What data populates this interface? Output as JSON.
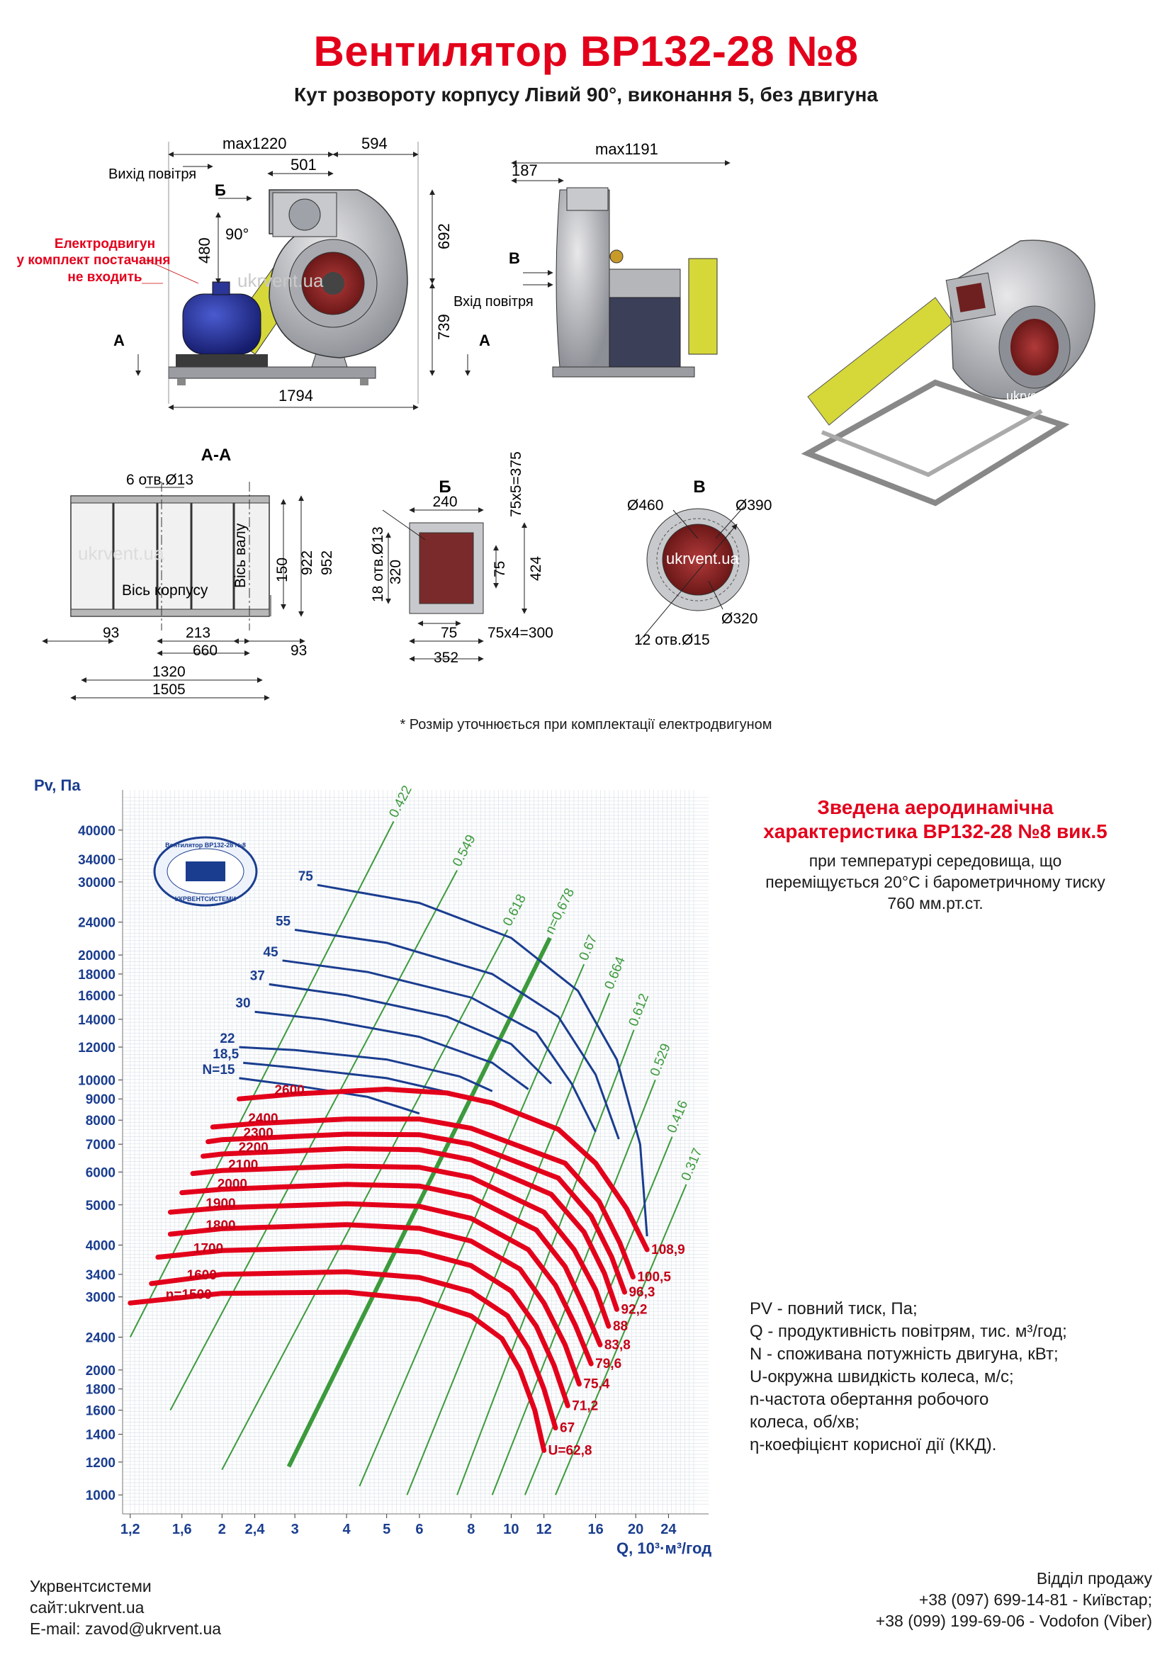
{
  "header": {
    "title": "Вентилятор ВР132-28 №8",
    "subtitle": "Кут розвороту корпусу Лівий 90°, виконання 5, без двигуна"
  },
  "drawing": {
    "dim_max1220": "max1220",
    "dim_594": "594",
    "dim_501": "501",
    "dim_480": "480",
    "dim_90deg": "90°",
    "dim_692": "692",
    "dim_739": "739",
    "dim_1794": "1794",
    "dim_max1191": "max1191",
    "dim_187": "187",
    "label_outlet": "Вихід повітря",
    "label_inlet": "Вхід повітря",
    "view_b_cyr": "Б",
    "view_v_cyr": "В",
    "view_a_left": "А",
    "view_a_right": "А",
    "motor_note": [
      "Електродвигун",
      "у комплект постачання",
      "не входить"
    ],
    "watermark": "ukrvent.ua",
    "section_aa": {
      "title": "А-А",
      "holes": "6 отв.Ø13",
      "axis_body": "Вісь корпусу",
      "axis_shaft": "Вісь валу",
      "dim_150": "150",
      "dim_922": "922",
      "dim_952": "952",
      "dim_93_left": "93",
      "dim_213": "213",
      "dim_660": "660",
      "dim_93_right": "93",
      "dim_1320": "1320",
      "dim_1505": "1505"
    },
    "view_b": {
      "title": "Б",
      "dim_240": "240",
      "dim_375": "75x5=375",
      "holes": "18 отв.Ø13",
      "dim_320": "320",
      "dim_75_v": "75",
      "dim_424": "424",
      "dim_75_h": "75",
      "dim_300": "75x4=300",
      "dim_352": "352"
    },
    "view_v": {
      "title": "В",
      "d460": "Ø460",
      "d390": "Ø390",
      "d320": "Ø320",
      "holes": "12 отв.Ø15"
    }
  },
  "note": "* Розмір уточнюється при комплектації електродвигуном",
  "chart_data": {
    "type": "line",
    "title": "Зведена аеродинамічна характеристика ВР132-28 №8 вик.5",
    "xlabel": "Q, 10³·м³/год",
    "ylabel": "Pv, Па",
    "x_scale": "log",
    "y_scale": "log",
    "xlim": [
      1.15,
      30
    ],
    "ylim": [
      900,
      50000
    ],
    "x_ticks": [
      "1,2",
      "1,6",
      "2",
      "2,4",
      "3",
      "4",
      "5",
      "6",
      "8",
      "10",
      "12",
      "16",
      "20",
      "24"
    ],
    "x_tick_values": [
      1.2,
      1.6,
      2,
      2.4,
      3,
      4,
      5,
      6,
      8,
      10,
      12,
      16,
      20,
      24
    ],
    "y_ticks": [
      "1000",
      "1200",
      "1400",
      "1600",
      "1800",
      "2000",
      "2400",
      "3000",
      "3400",
      "4000",
      "5000",
      "6000",
      "7000",
      "8000",
      "9000",
      "10000",
      "12000",
      "14000",
      "16000",
      "18000",
      "20000",
      "24000",
      "30000",
      "34000",
      "40000"
    ],
    "y_tick_values": [
      1000,
      1200,
      1400,
      1600,
      1800,
      2000,
      2400,
      3000,
      3400,
      4000,
      5000,
      6000,
      7000,
      8000,
      9000,
      10000,
      12000,
      14000,
      16000,
      18000,
      20000,
      24000,
      30000,
      34000,
      40000
    ],
    "speed_curves": [
      {
        "name": "n=1500",
        "u": "U=62,8",
        "points": [
          [
            1.2,
            2900
          ],
          [
            2,
            3060
          ],
          [
            4,
            3080
          ],
          [
            6,
            2960
          ],
          [
            8,
            2700
          ],
          [
            9.5,
            2380
          ],
          [
            10.5,
            2000
          ],
          [
            11.4,
            1600
          ],
          [
            12,
            1280
          ]
        ]
      },
      {
        "name": "1600",
        "u": "67",
        "points": [
          [
            1.35,
            3230
          ],
          [
            2,
            3400
          ],
          [
            4,
            3450
          ],
          [
            6,
            3340
          ],
          [
            8,
            3090
          ],
          [
            9.8,
            2700
          ],
          [
            11,
            2250
          ],
          [
            12,
            1800
          ],
          [
            12.8,
            1450
          ]
        ]
      },
      {
        "name": "1700",
        "u": "71,2",
        "points": [
          [
            1.4,
            3740
          ],
          [
            2,
            3880
          ],
          [
            4,
            3950
          ],
          [
            6,
            3850
          ],
          [
            8,
            3570
          ],
          [
            10,
            3100
          ],
          [
            11.5,
            2550
          ],
          [
            12.7,
            2050
          ],
          [
            13.7,
            1640
          ]
        ]
      },
      {
        "name": "1800",
        "u": "75,4",
        "points": [
          [
            1.5,
            4250
          ],
          [
            2,
            4380
          ],
          [
            4,
            4480
          ],
          [
            6,
            4390
          ],
          [
            8,
            4090
          ],
          [
            10.5,
            3500
          ],
          [
            12,
            2900
          ],
          [
            13.5,
            2300
          ],
          [
            14.6,
            1850
          ]
        ]
      },
      {
        "name": "1900",
        "u": "79,6",
        "points": [
          [
            1.5,
            4800
          ],
          [
            2,
            4920
          ],
          [
            4,
            5030
          ],
          [
            6,
            4960
          ],
          [
            8,
            4640
          ],
          [
            11,
            3900
          ],
          [
            12.8,
            3200
          ],
          [
            14.3,
            2560
          ],
          [
            15.6,
            2070
          ]
        ]
      },
      {
        "name": "2000",
        "u": "83,8",
        "points": [
          [
            1.6,
            5350
          ],
          [
            2,
            5450
          ],
          [
            4,
            5600
          ],
          [
            6,
            5550
          ],
          [
            8,
            5220
          ],
          [
            11.5,
            4350
          ],
          [
            13.5,
            3550
          ],
          [
            15,
            2840
          ],
          [
            16.4,
            2300
          ]
        ]
      },
      {
        "name": "2100",
        "u": "88",
        "points": [
          [
            1.7,
            5950
          ],
          [
            2,
            6050
          ],
          [
            4,
            6200
          ],
          [
            6,
            6160
          ],
          [
            8,
            5820
          ],
          [
            12,
            4800
          ],
          [
            14.2,
            3900
          ],
          [
            16,
            3120
          ],
          [
            17.2,
            2550
          ]
        ]
      },
      {
        "name": "2200",
        "u": "92,2",
        "points": [
          [
            1.8,
            6550
          ],
          [
            2,
            6630
          ],
          [
            4,
            6830
          ],
          [
            6,
            6790
          ],
          [
            8,
            6420
          ],
          [
            12.5,
            5300
          ],
          [
            15,
            4300
          ],
          [
            16.8,
            3420
          ],
          [
            18,
            2800
          ]
        ]
      },
      {
        "name": "2300",
        "u": "96,3",
        "points": [
          [
            1.85,
            7100
          ],
          [
            2,
            7180
          ],
          [
            4,
            7400
          ],
          [
            6,
            7380
          ],
          [
            8,
            7000
          ],
          [
            13,
            5800
          ],
          [
            15.6,
            4700
          ],
          [
            17.5,
            3740
          ],
          [
            18.8,
            3080
          ]
        ]
      },
      {
        "name": "2400",
        "u": "100,5",
        "points": [
          [
            1.9,
            7700
          ],
          [
            2.4,
            7850
          ],
          [
            4,
            8050
          ],
          [
            6,
            8050
          ],
          [
            8,
            7650
          ],
          [
            13.5,
            6300
          ],
          [
            16.3,
            5100
          ],
          [
            18.3,
            4050
          ],
          [
            19.7,
            3350
          ]
        ]
      },
      {
        "name": "2600",
        "u": "108,9",
        "points": [
          [
            2.2,
            9000
          ],
          [
            3,
            9250
          ],
          [
            5,
            9500
          ],
          [
            7,
            9300
          ],
          [
            9,
            8800
          ],
          [
            13,
            7600
          ],
          [
            16,
            6300
          ],
          [
            19,
            4900
          ],
          [
            21.3,
            3900
          ]
        ]
      }
    ],
    "power_curves": [
      {
        "name": "N=15",
        "points": [
          [
            2.2,
            10100
          ],
          [
            3,
            9700
          ],
          [
            4.5,
            9100
          ],
          [
            6,
            8300
          ]
        ]
      },
      {
        "name": "18,5",
        "points": [
          [
            2.25,
            11000
          ],
          [
            3,
            10700
          ],
          [
            5,
            10100
          ],
          [
            7,
            9350
          ]
        ]
      },
      {
        "name": "22",
        "points": [
          [
            2.2,
            12000
          ],
          [
            3,
            11800
          ],
          [
            5,
            11200
          ],
          [
            7.5,
            10200
          ],
          [
            9,
            9400
          ]
        ]
      },
      {
        "name": "30",
        "points": [
          [
            2.4,
            14600
          ],
          [
            3.5,
            14000
          ],
          [
            6,
            12700
          ],
          [
            9,
            11000
          ],
          [
            11,
            9500
          ]
        ]
      },
      {
        "name": "37",
        "points": [
          [
            2.6,
            17000
          ],
          [
            4,
            16000
          ],
          [
            7,
            14200
          ],
          [
            10,
            12200
          ],
          [
            12.5,
            9800
          ]
        ]
      },
      {
        "name": "45",
        "points": [
          [
            2.8,
            19400
          ],
          [
            4.5,
            18200
          ],
          [
            8,
            15800
          ],
          [
            11.5,
            13000
          ],
          [
            14,
            9800
          ],
          [
            16,
            7500
          ]
        ]
      },
      {
        "name": "55",
        "points": [
          [
            3,
            23000
          ],
          [
            5,
            21400
          ],
          [
            9,
            18000
          ],
          [
            13,
            14200
          ],
          [
            16,
            10300
          ],
          [
            18.2,
            7200
          ]
        ]
      },
      {
        "name": "75",
        "points": [
          [
            3.4,
            29500
          ],
          [
            6,
            26700
          ],
          [
            10,
            22000
          ],
          [
            14.5,
            16400
          ],
          [
            18,
            11200
          ],
          [
            20.5,
            7000
          ],
          [
            21.3,
            4200
          ]
        ]
      }
    ],
    "efficiency_lines": [
      {
        "name": "0.422",
        "points": [
          [
            1.2,
            2400
          ],
          [
            5.2,
            42000
          ]
        ]
      },
      {
        "name": "0.549",
        "points": [
          [
            1.5,
            1600
          ],
          [
            7.4,
            32000
          ]
        ]
      },
      {
        "name": "0.618",
        "points": [
          [
            2.0,
            1150
          ],
          [
            9.8,
            23000
          ]
        ]
      },
      {
        "name": "n=0,678",
        "points": [
          [
            2.9,
            1170
          ],
          [
            12.4,
            22000
          ]
        ],
        "bold": true
      },
      {
        "name": "0.67",
        "points": [
          [
            4.3,
            1050
          ],
          [
            15,
            19000
          ]
        ]
      },
      {
        "name": "0.664",
        "points": [
          [
            5.6,
            1000
          ],
          [
            17.3,
            16200
          ]
        ]
      },
      {
        "name": "0.612",
        "points": [
          [
            7.4,
            1000
          ],
          [
            19.8,
            13200
          ]
        ]
      },
      {
        "name": "0.529",
        "points": [
          [
            9,
            1000
          ],
          [
            22.3,
            10000
          ]
        ]
      },
      {
        "name": "0.416",
        "points": [
          [
            10.8,
            1000
          ],
          [
            24.5,
            7300
          ]
        ]
      },
      {
        "name": "0.317",
        "points": [
          [
            12.8,
            1000
          ],
          [
            26.5,
            5600
          ]
        ]
      }
    ],
    "stamp": [
      "Вентилятор ВР132-28 №8",
      "УКРВЕНТСИСТЕМИ"
    ]
  },
  "chart_caption": {
    "title_line1": "Зведена аеродинамічна",
    "title_line2": "характеристика ВР132-28 №8 вик.5",
    "cond_line1": "при температурі середовища, що",
    "cond_line2": "переміщується 20°С і барометричному тиску",
    "cond_line3": "760 мм.рт.ст."
  },
  "legend": [
    "PV - повний тиск, Па;",
    "Q - продуктивність повітрям, тис. м³/год;",
    "N - споживана потужність двигуна, кВт;",
    "U-окружна швидкість колеса, м/с;",
    "n-частота обертання робочого",
    "колеса, об/хв;",
    "η-коефіцієнт корисної дії (ККД)."
  ],
  "footer": {
    "company": "Укрвентсистеми",
    "site": "сайт:ukrvent.ua",
    "email": "E-mail: zavod@ukrvent.ua",
    "sales": "Відділ продажу",
    "phone1": "+38 (097) 699-14-81 - Київстар;",
    "phone2": "+38 (099) 199-69-06 - Vodofon (Viber)"
  }
}
